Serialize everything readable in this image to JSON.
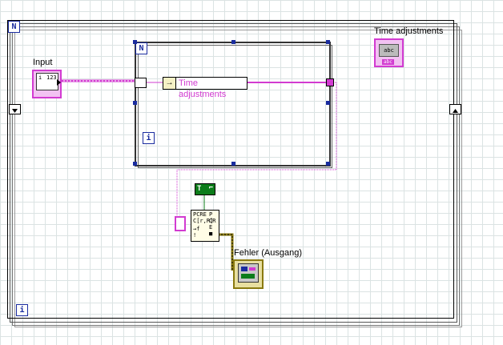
{
  "diagram": {
    "outer_loop": {
      "count_terminal": "N",
      "iteration_terminal": "i"
    },
    "inner_loop": {
      "count_terminal": "N",
      "iteration_terminal": "i"
    },
    "controls": {
      "input_label": "Input",
      "input_icon_text": "123"
    },
    "unbundle_element": "Time adjustments",
    "indicators": {
      "time_adjustments_label": "Time adjustments",
      "time_adjustments_icon": "abc",
      "error_out_label": "Fehler (Ausgang)"
    },
    "constants": {
      "true_symbol": "T"
    },
    "function_node": {
      "line1": "PCRE",
      "line2": "C[r,R]",
      "line3": "→f",
      "line4": "!"
    },
    "colors": {
      "cluster_wire": "#d23bd1",
      "error_wire": "#8a7a10",
      "loop_terminal": "#1a2c9f",
      "bool": "#0b7c1a"
    }
  }
}
